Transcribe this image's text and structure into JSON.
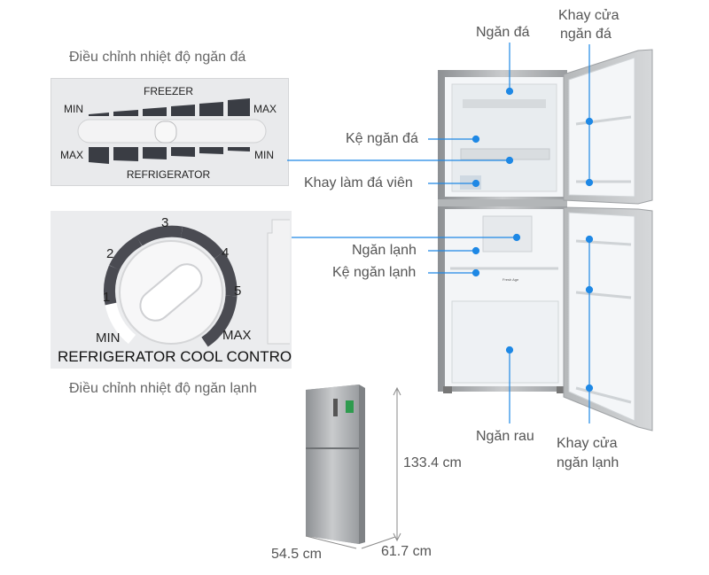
{
  "captions": {
    "freezer_adjust": "Điều chỉnh nhiệt độ ngăn đá",
    "fridge_adjust": "Điều chỉnh nhiệt độ ngăn lạnh"
  },
  "freezer_panel": {
    "top_label": "FREEZER",
    "bottom_label": "REFRIGERATOR",
    "top_min": "MIN",
    "top_max": "MAX",
    "bottom_max": "MAX",
    "bottom_min": "MIN"
  },
  "dial_panel": {
    "numbers": [
      "1",
      "2",
      "3",
      "4",
      "5"
    ],
    "min_label": "MIN",
    "max_label": "MAX",
    "control_label": "REFRIGERATOR COOL CONTROL"
  },
  "callouts": {
    "ngan_da": "Ngăn đá",
    "khay_cua_ngan_da": [
      "Khay cửa",
      "ngăn đá"
    ],
    "ke_ngan_da": "Kệ ngăn đá",
    "khay_lam_da_vien": "Khay làm đá viên",
    "ngan_lanh": "Ngăn lạnh",
    "ke_ngan_lanh": "Kệ ngăn lạnh",
    "ngan_rau": "Ngăn rau",
    "khay_cua_ngan_lanh": [
      "Khay cửa",
      "ngăn lạnh"
    ]
  },
  "fridge_label": "Fresh Age",
  "dimensions": {
    "height": "133.4 cm",
    "width": "54.5 cm",
    "depth": "61.7 cm"
  },
  "colors": {
    "accent": "#1e88e5",
    "panel_bg": "#e9eaec",
    "steel": "#a9acae",
    "text": "#555555"
  }
}
